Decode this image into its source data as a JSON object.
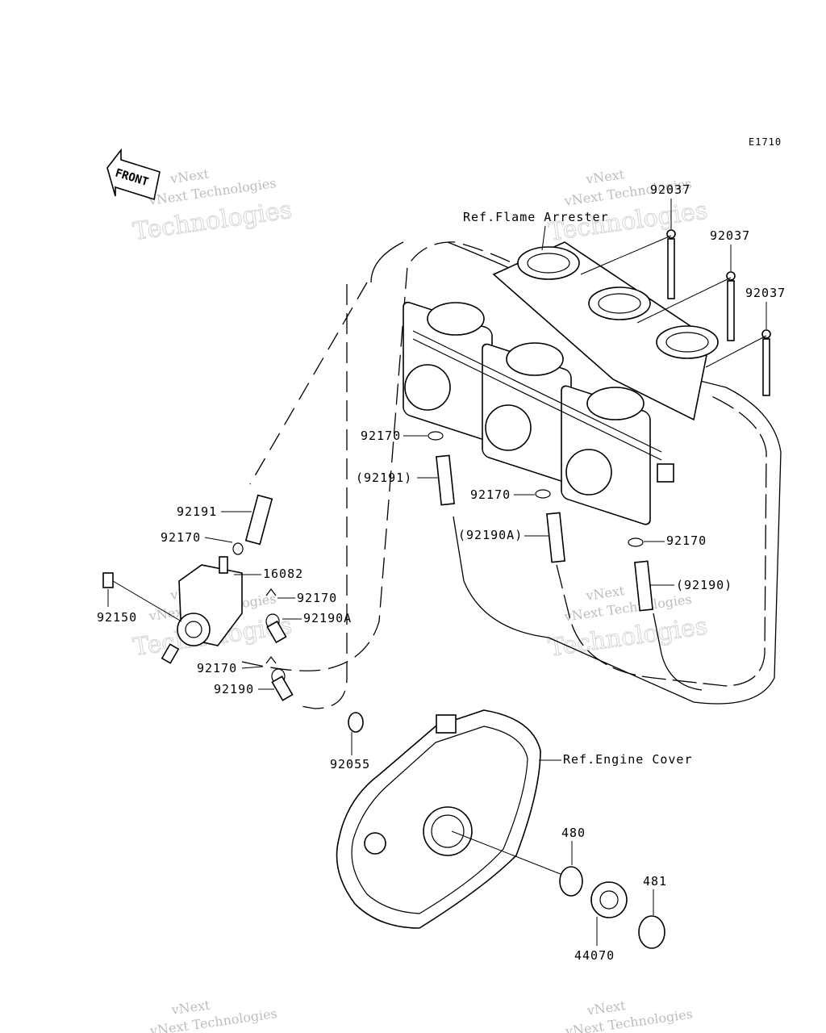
{
  "diagram": {
    "code": "E1710",
    "front_label": "FRONT",
    "references": {
      "flame_arrester": "Ref.Flame Arrester",
      "engine_cover": "Ref.Engine Cover"
    },
    "callouts": [
      {
        "id": "c-92037a",
        "text": "92037"
      },
      {
        "id": "c-92037b",
        "text": "92037"
      },
      {
        "id": "c-92037c",
        "text": "92037"
      },
      {
        "id": "c-92170a",
        "text": "92170"
      },
      {
        "id": "c-92191p",
        "text": "(92191)"
      },
      {
        "id": "c-92170b",
        "text": "92170"
      },
      {
        "id": "c-92190ap",
        "text": "(92190A)"
      },
      {
        "id": "c-92170c",
        "text": "92170"
      },
      {
        "id": "c-92190p",
        "text": "(92190)"
      },
      {
        "id": "c-92191",
        "text": "92191"
      },
      {
        "id": "c-92170d",
        "text": "92170"
      },
      {
        "id": "c-16082",
        "text": "16082"
      },
      {
        "id": "c-92150",
        "text": "92150"
      },
      {
        "id": "c-92170e",
        "text": "92170"
      },
      {
        "id": "c-92190a",
        "text": "92190A"
      },
      {
        "id": "c-92170f",
        "text": "92170"
      },
      {
        "id": "c-92190",
        "text": "92190"
      },
      {
        "id": "c-92055",
        "text": "92055"
      },
      {
        "id": "c-480",
        "text": "480"
      },
      {
        "id": "c-481",
        "text": "481"
      },
      {
        "id": "c-44070",
        "text": "44070"
      }
    ],
    "watermark": {
      "line1": "vNext",
      "line2": "vNext Technologies",
      "line3": "Technologies"
    }
  }
}
